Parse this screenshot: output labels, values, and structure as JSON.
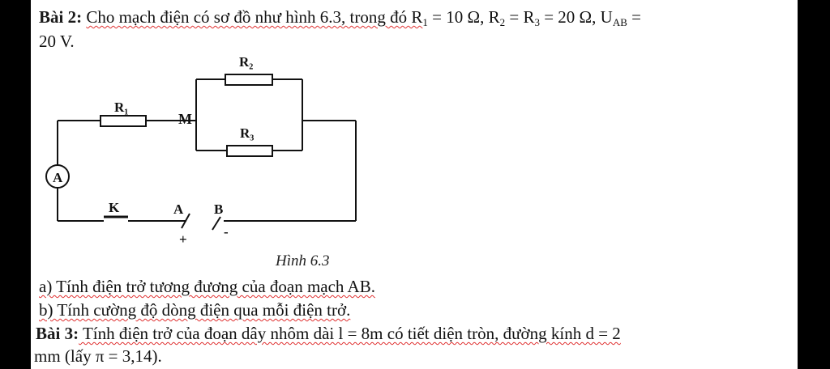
{
  "problem2": {
    "title": "Bài 2:",
    "line1": "Cho mạch điện có sơ đồ như hình 6.3, trong đó R",
    "r1_sub": "1",
    "mid1": " = 10 Ω, R",
    "r2_sub": "2",
    "mid2": " = R",
    "r3_sub": "3",
    "mid3": " = 20 Ω, U",
    "uab_sub": "AB",
    "end1": " =",
    "line2": "20 V.",
    "question_a": "a) Tính điện trở tương đương của đoạn mạch AB.",
    "question_b": "b) Tính cường độ dòng điện qua mỗi điện trở."
  },
  "figure": {
    "caption": "Hình 6.3",
    "labels": {
      "r1": "R₁",
      "r2": "R₂",
      "r3": "R₃",
      "m": "M",
      "ammeter": "A",
      "k": "K",
      "a": "A",
      "b": "B",
      "plus": "+",
      "minus": "-"
    }
  },
  "problem3": {
    "title": "Bài 3:",
    "line1": " Tính điện trở của đoạn dây nhôm dài l = 8m có tiết diện tròn, đường kính d = 2",
    "line2": "mm (lấy π = 3,14)."
  }
}
